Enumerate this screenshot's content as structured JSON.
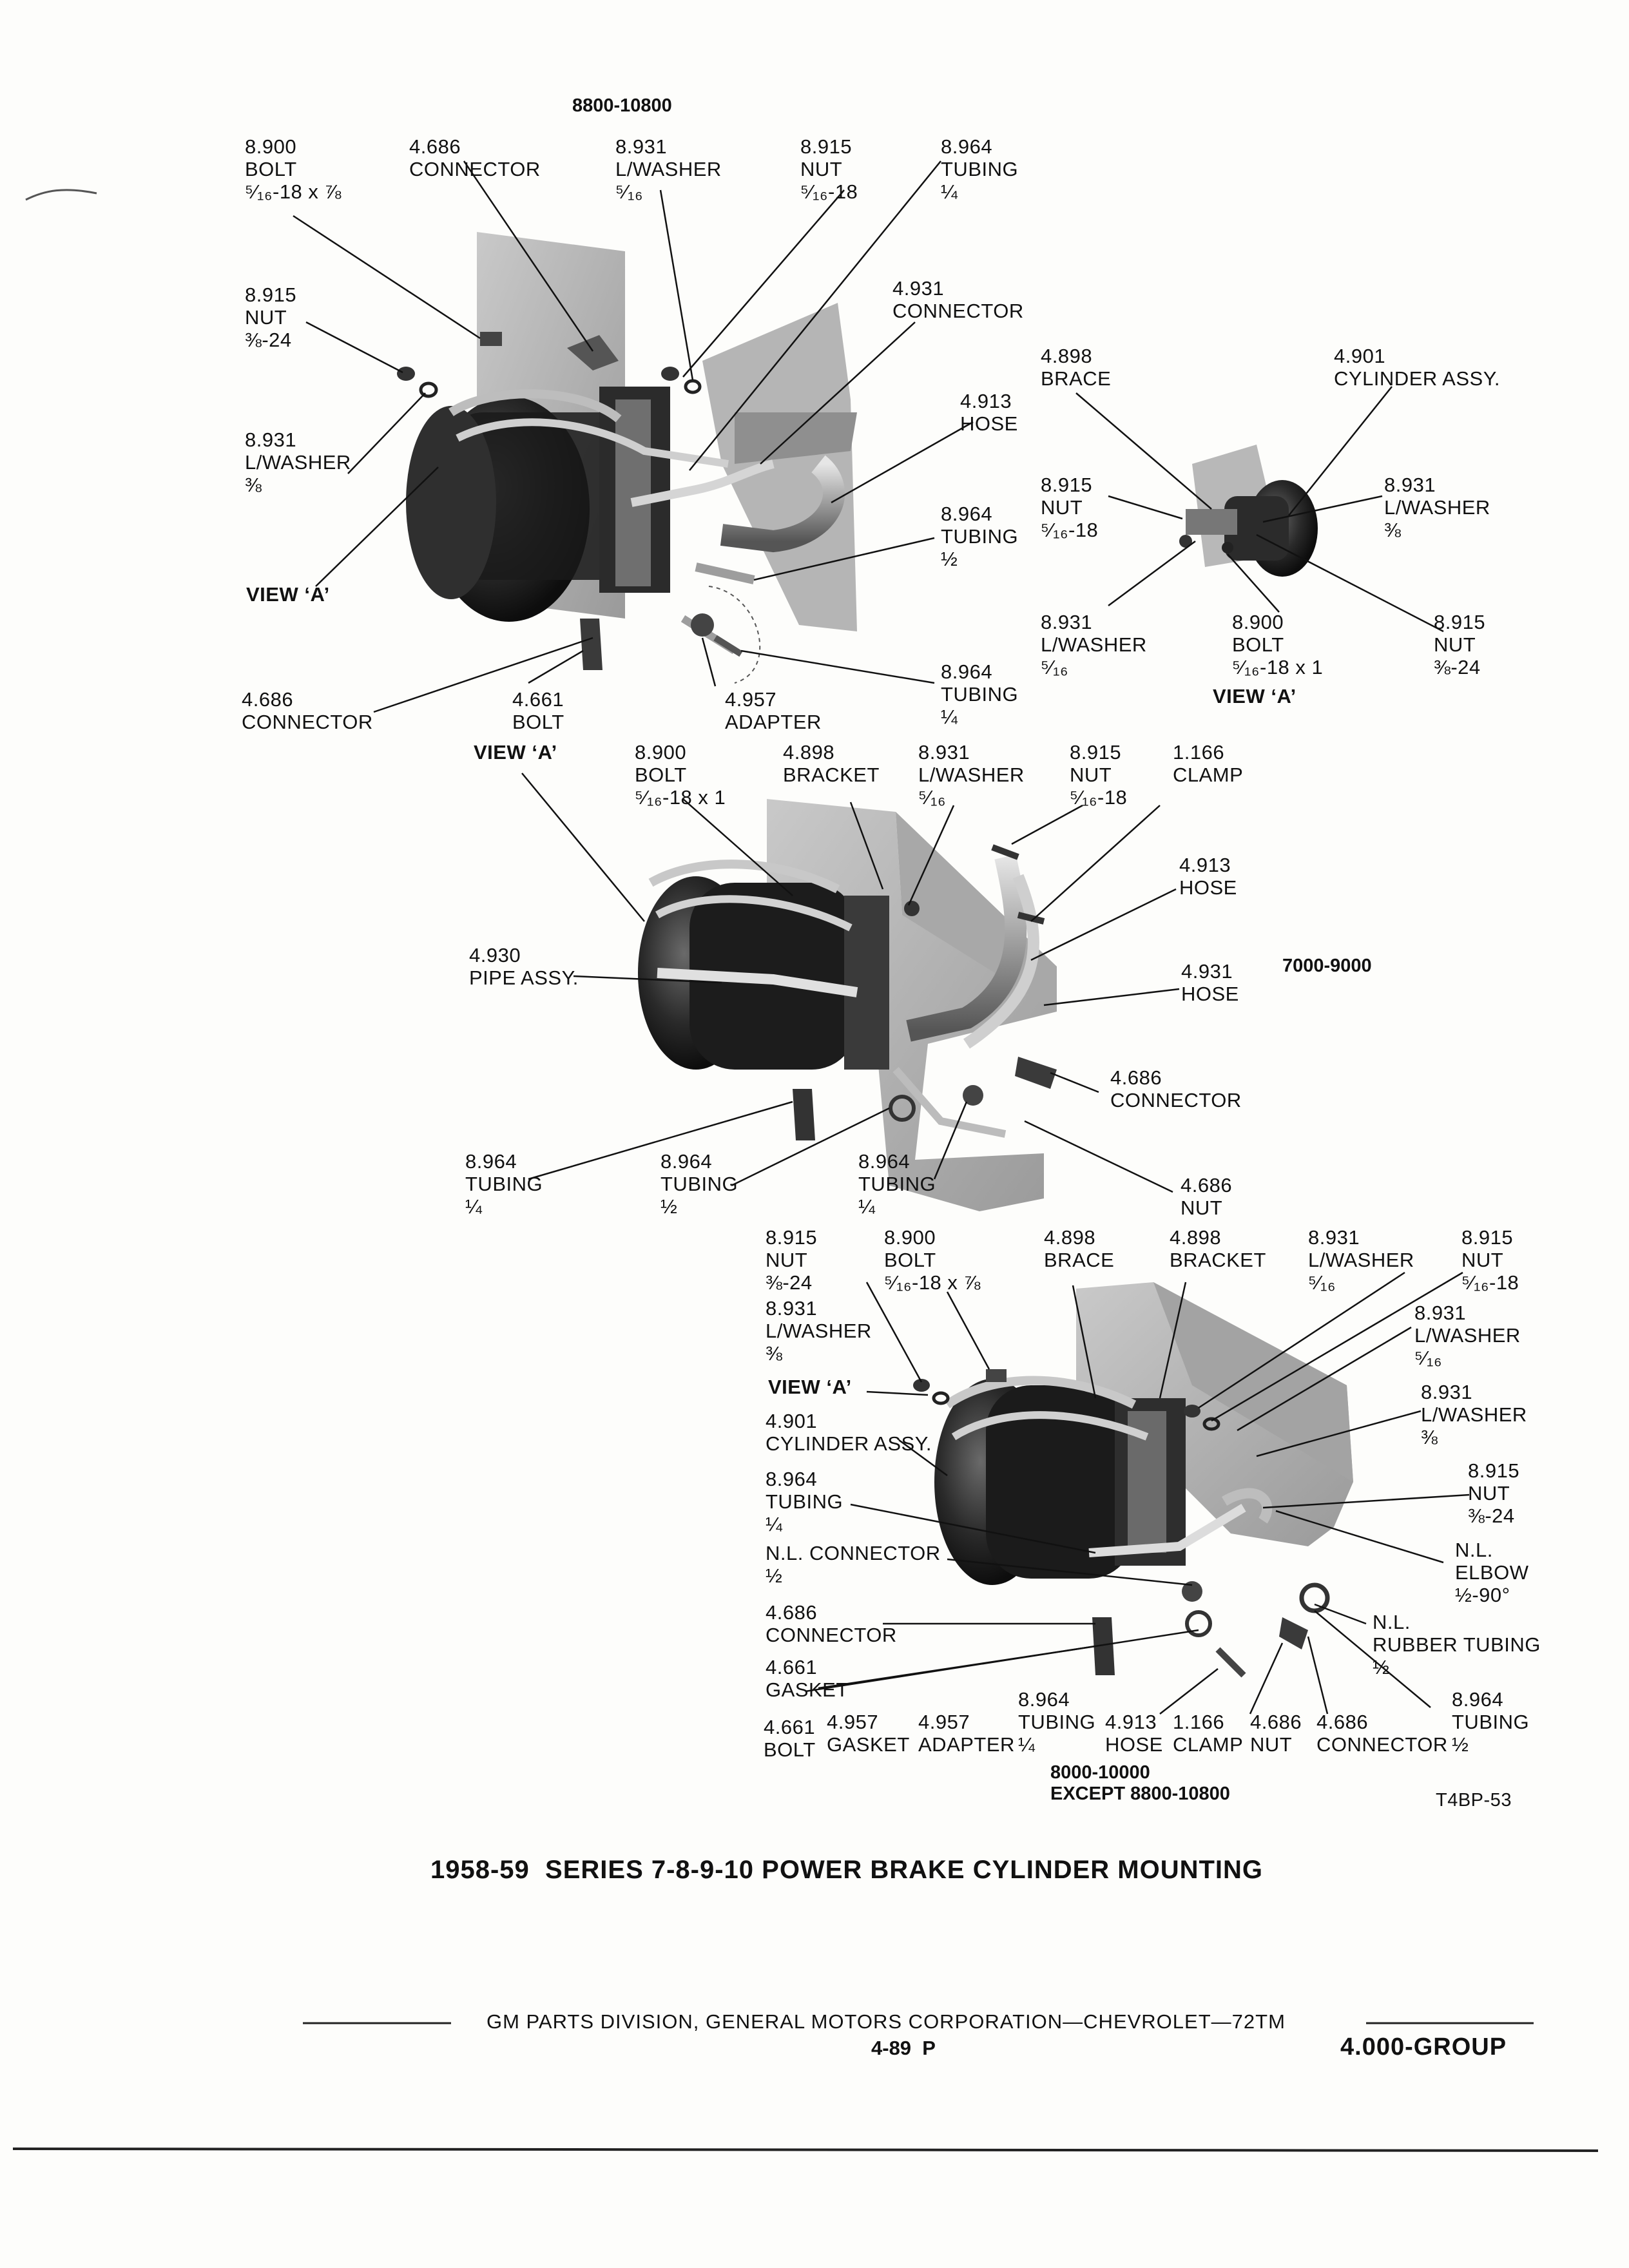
{
  "top_model": "8800-10800",
  "top_labels": [
    {
      "id": "t-bolt",
      "lines": [
        "8.900",
        "BOLT",
        "⁵⁄₁₆-18 x ⅞"
      ]
    },
    {
      "id": "t-connector",
      "lines": [
        "4.686",
        "CONNECTOR"
      ]
    },
    {
      "id": "t-lwasher",
      "lines": [
        "8.931",
        "L/WASHER",
        "⁵⁄₁₆"
      ]
    },
    {
      "id": "t-nut",
      "lines": [
        "8.915",
        "NUT",
        "⁵⁄₁₆-18"
      ]
    },
    {
      "id": "t-tubing",
      "lines": [
        "8.964",
        "TUBING",
        "¼"
      ]
    },
    {
      "id": "t-nut2",
      "lines": [
        "8.915",
        "NUT",
        "⅜-24"
      ]
    },
    {
      "id": "t-connector2",
      "lines": [
        "4.931",
        "CONNECTOR"
      ]
    },
    {
      "id": "t-hose",
      "lines": [
        "4.913",
        "HOSE"
      ]
    },
    {
      "id": "t-lwasher2",
      "lines": [
        "8.931",
        "L/WASHER",
        "⅜"
      ]
    },
    {
      "id": "t-tubing2",
      "lines": [
        "8.964",
        "TUBING",
        "½"
      ]
    },
    {
      "id": "t-view",
      "lines": [
        "VIEW ‘A’"
      ]
    },
    {
      "id": "t-tubing3",
      "lines": [
        "8.964",
        "TUBING",
        "¼"
      ]
    },
    {
      "id": "t-connector3",
      "lines": [
        "4.686",
        "CONNECTOR"
      ]
    },
    {
      "id": "t-bolt2",
      "lines": [
        "4.661",
        "BOLT"
      ]
    },
    {
      "id": "t-adapter",
      "lines": [
        "4.957",
        "ADAPTER"
      ]
    }
  ],
  "view_labels": [
    {
      "id": "v-brace",
      "lines": [
        "4.898",
        "BRACE"
      ]
    },
    {
      "id": "v-cyl",
      "lines": [
        "4.901",
        "CYLINDER ASSY."
      ]
    },
    {
      "id": "v-nut",
      "lines": [
        "8.915",
        "NUT",
        "⁵⁄₁₆-18"
      ]
    },
    {
      "id": "v-lwasher",
      "lines": [
        "8.931",
        "L/WASHER",
        "⅜"
      ]
    },
    {
      "id": "v-lwasher2",
      "lines": [
        "8.931",
        "L/WASHER",
        "⁵⁄₁₆"
      ]
    },
    {
      "id": "v-bolt",
      "lines": [
        "8.900",
        "BOLT",
        "⁵⁄₁₆-18 x 1"
      ]
    },
    {
      "id": "v-nut2",
      "lines": [
        "8.915",
        "NUT",
        "⅜-24"
      ]
    },
    {
      "id": "v-caption",
      "lines": [
        "VIEW ‘A’"
      ]
    }
  ],
  "middle_model": "7000-9000",
  "middle_labels": [
    {
      "id": "m-view",
      "lines": [
        "VIEW ‘A’"
      ]
    },
    {
      "id": "m-bolt",
      "lines": [
        "8.900",
        "BOLT",
        "⁵⁄₁₆-18 x 1"
      ]
    },
    {
      "id": "m-bracket",
      "lines": [
        "4.898",
        "BRACKET"
      ]
    },
    {
      "id": "m-lwasher",
      "lines": [
        "8.931",
        "L/WASHER",
        "⁵⁄₁₆"
      ]
    },
    {
      "id": "m-nut",
      "lines": [
        "8.915",
        "NUT",
        "⁵⁄₁₆-18"
      ]
    },
    {
      "id": "m-clamp",
      "lines": [
        "1.166",
        "CLAMP"
      ]
    },
    {
      "id": "m-hose",
      "lines": [
        "4.913",
        "HOSE"
      ]
    },
    {
      "id": "m-pipe",
      "lines": [
        "4.930",
        "PIPE ASSY."
      ]
    },
    {
      "id": "m-hose2",
      "lines": [
        "4.931",
        "HOSE"
      ]
    },
    {
      "id": "m-connector",
      "lines": [
        "4.686",
        "CONNECTOR"
      ]
    },
    {
      "id": "m-tubing1",
      "lines": [
        "8.964",
        "TUBING",
        "¼"
      ]
    },
    {
      "id": "m-tubing2",
      "lines": [
        "8.964",
        "TUBING",
        "½"
      ]
    },
    {
      "id": "m-tubing3",
      "lines": [
        "8.964",
        "TUBING",
        "¼"
      ]
    },
    {
      "id": "m-nut2",
      "lines": [
        "4.686",
        "NUT"
      ]
    }
  ],
  "bottom_labels": [
    {
      "id": "b-nut",
      "lines": [
        "8.915",
        "NUT",
        "⅜-24"
      ]
    },
    {
      "id": "b-bolt",
      "lines": [
        "8.900",
        "BOLT",
        "⁵⁄₁₆-18 x ⅞"
      ]
    },
    {
      "id": "b-brace",
      "lines": [
        "4.898",
        "BRACE"
      ]
    },
    {
      "id": "b-bracket",
      "lines": [
        "4.898",
        "BRACKET"
      ]
    },
    {
      "id": "b-lwasher",
      "lines": [
        "8.931",
        "L/WASHER",
        "⁵⁄₁₆"
      ]
    },
    {
      "id": "b-nut2",
      "lines": [
        "8.915",
        "NUT",
        "⁵⁄₁₆-18"
      ]
    },
    {
      "id": "b-lwasher2",
      "lines": [
        "8.931",
        "L/WASHER",
        "⅜"
      ]
    },
    {
      "id": "b-lwasher3",
      "lines": [
        "8.931",
        "L/WASHER",
        "⁵⁄₁₆"
      ]
    },
    {
      "id": "b-view",
      "lines": [
        "VIEW ‘A’"
      ]
    },
    {
      "id": "b-lwasher4",
      "lines": [
        "8.931",
        "L/WASHER",
        "⅜"
      ]
    },
    {
      "id": "b-cyl",
      "lines": [
        "4.901",
        "CYLINDER ASSY."
      ]
    },
    {
      "id": "b-nut3",
      "lines": [
        "8.915",
        "NUT",
        "⅜-24"
      ]
    },
    {
      "id": "b-tubing",
      "lines": [
        "8.964",
        "TUBING",
        "¼"
      ]
    },
    {
      "id": "b-elbow",
      "lines": [
        "N.L.",
        "ELBOW",
        "½-90°"
      ]
    },
    {
      "id": "b-nlconn",
      "lines": [
        "N.L. CONNECTOR",
        "½"
      ]
    },
    {
      "id": "b-connector",
      "lines": [
        "4.686",
        "CONNECTOR"
      ]
    },
    {
      "id": "b-rubber",
      "lines": [
        "N.L.",
        "RUBBER TUBING",
        "½"
      ]
    },
    {
      "id": "b-gasket",
      "lines": [
        "4.661",
        "GASKET"
      ]
    },
    {
      "id": "b-bolt2",
      "lines": [
        "4.661",
        "BOLT"
      ]
    },
    {
      "id": "b-gasket2",
      "lines": [
        "4.957",
        "GASKET"
      ]
    },
    {
      "id": "b-adapter",
      "lines": [
        "4.957",
        "ADAPTER"
      ]
    },
    {
      "id": "b-tubing2",
      "lines": [
        "8.964",
        "TUBING",
        "¼"
      ]
    },
    {
      "id": "b-hose",
      "lines": [
        "4.913",
        "HOSE"
      ]
    },
    {
      "id": "b-clamp",
      "lines": [
        "1.166",
        "CLAMP"
      ]
    },
    {
      "id": "b-nut4",
      "lines": [
        "4.686",
        "NUT"
      ]
    },
    {
      "id": "b-connector2",
      "lines": [
        "4.686",
        "CONNECTOR"
      ]
    },
    {
      "id": "b-tubing3",
      "lines": [
        "8.964",
        "TUBING",
        "½"
      ]
    }
  ],
  "bottom_model": [
    "8000-10000",
    "EXCEPT 8800-10800"
  ],
  "code": "T4BP-53",
  "title": "1958-59  SERIES 7-8-9-10 POWER BRAKE CYLINDER MOUNTING",
  "footer": "GM PARTS DIVISION, GENERAL MOTORS CORPORATION—CHEVROLET—72TM",
  "page_number": "4-89  P",
  "group": "4.000-GROUP"
}
